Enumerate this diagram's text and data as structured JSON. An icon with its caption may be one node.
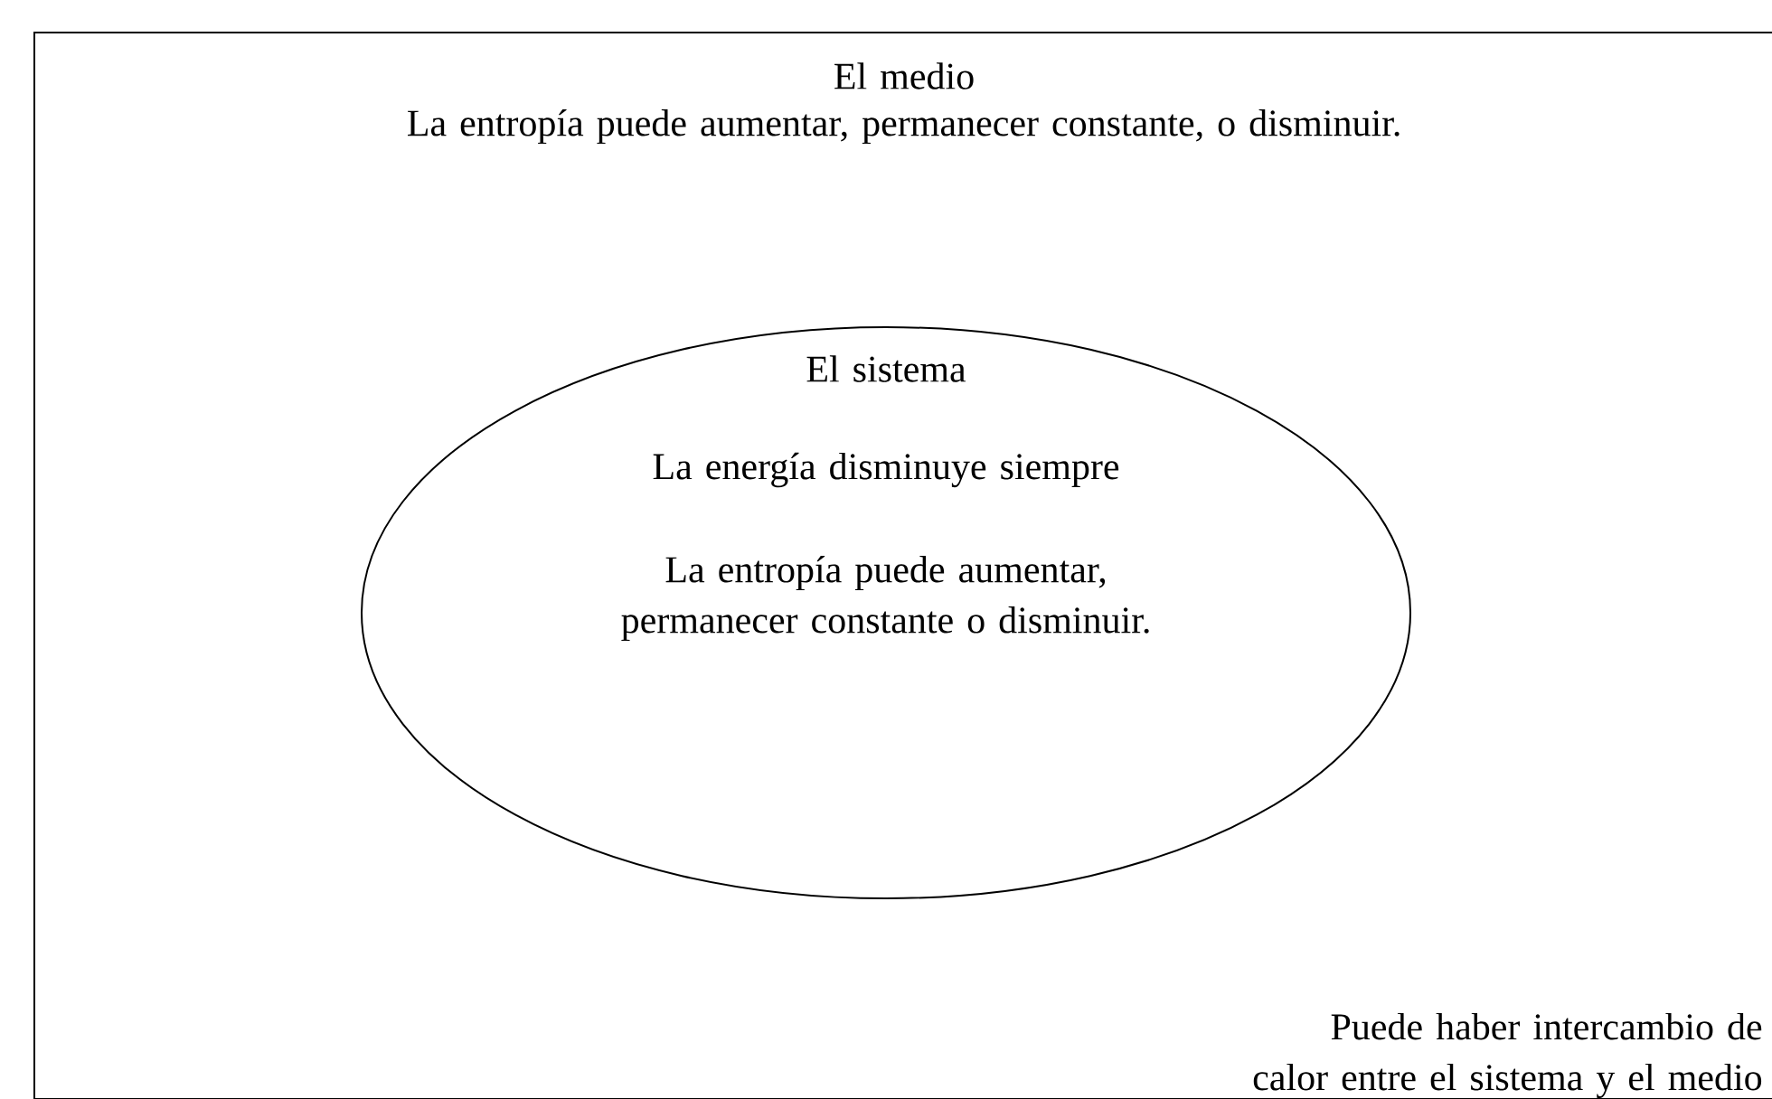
{
  "diagram": {
    "nodes": [
      {
        "text": [
          "El medio",
          "La entropía puede aumentar, permanecer constante, o disminuir.",
          "Puede haber intercambio de calor entre el sistema y el medio"
        ]
      },
      {
        "text": [
          "El sistema",
          "La energía disminuye siempre",
          "La entropía puede aumentar, permanecer constante o disminuir."
        ],
        "in": 0
      }
    ]
  }
}
